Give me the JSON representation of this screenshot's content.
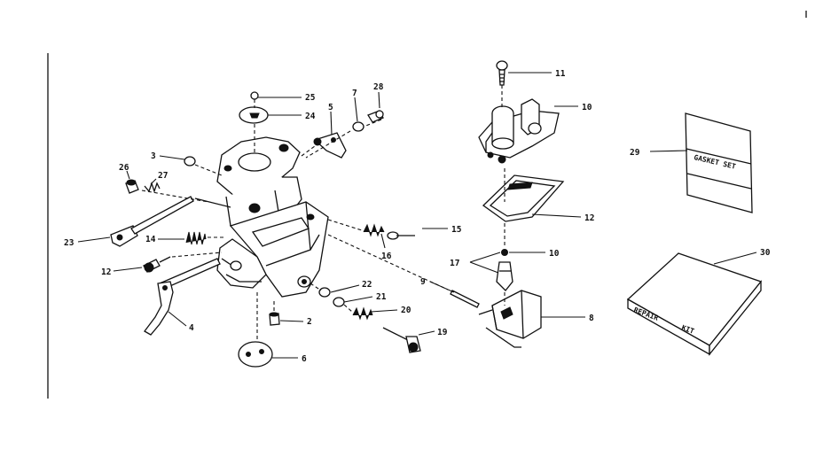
{
  "labels": {
    "l1": "1",
    "l2": "2",
    "l3": "3",
    "l4": "4",
    "l5": "5",
    "l6": "6",
    "l7": "7",
    "l8": "8",
    "l9": "9",
    "l10a": "10",
    "l10b": "10",
    "l11": "11",
    "l12": "12",
    "l12b": "12",
    "l14": "14",
    "l15": "15",
    "l16": "16",
    "l17": "17",
    "l19": "19",
    "l20": "20",
    "l21": "21",
    "l22": "22",
    "l23": "23",
    "l24": "24",
    "l25": "25",
    "l26": "26",
    "l27": "27",
    "l28": "28",
    "l29": "29",
    "l30": "30"
  },
  "kits": {
    "gasket_set": "GASKET SET",
    "repair_kit_1": "REPAIR",
    "repair_kit_2": "KIT"
  }
}
